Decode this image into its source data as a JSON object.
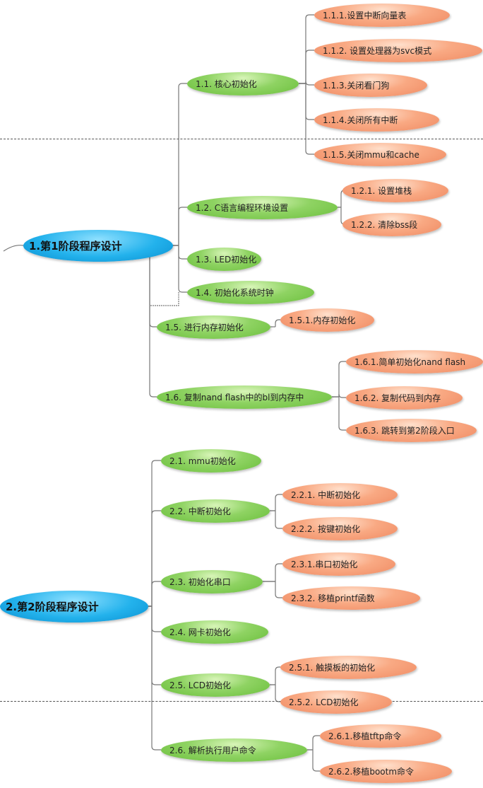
{
  "nodes": [
    {
      "label": "1.第1阶段程序设计"
    },
    {
      "label": "1.1.  核心初始化"
    },
    {
      "label": "1.1.1.设置中断向量表"
    },
    {
      "label": "1.1.2. 设置处理器为svc模式"
    },
    {
      "label": "1.1.3.关闭看门狗"
    },
    {
      "label": "1.1.4.关闭所有中断"
    },
    {
      "label": "1.1.5.关闭mmu和cache"
    },
    {
      "label": "1.2. C语言编程环境设置"
    },
    {
      "label": "1.2.1. 设置堆栈"
    },
    {
      "label": "1.2.2. 清除bss段"
    },
    {
      "label": "1.3. LED初始化"
    },
    {
      "label": "1.4. 初始化系统时钟"
    },
    {
      "label": "1.5. 进行内存初始化"
    },
    {
      "label": "1.5.1.内存初始化"
    },
    {
      "label": "1.6. 复制nand flash中的bl到内存中"
    },
    {
      "label": "1.6.1.简单初始化nand flash"
    },
    {
      "label": "1.6.2. 复制代码到内存"
    },
    {
      "label": "1.6.3. 跳转到第2阶段入口"
    },
    {
      "label": "2.第2阶段程序设计"
    },
    {
      "label": "2.1. mmu初始化"
    },
    {
      "label": "2.2. 中断初始化"
    },
    {
      "label": "2.2.1. 中断初始化"
    },
    {
      "label": "2.2.2. 按键初始化"
    },
    {
      "label": "2.3. 初始化串口"
    },
    {
      "label": "2.3.1.串口初始化"
    },
    {
      "label": "2.3.2. 移植printf函数"
    },
    {
      "label": "2.4. 网卡初始化"
    },
    {
      "label": "2.5. LCD初始化"
    },
    {
      "label": "2.5.1. 触摸板的初始化"
    },
    {
      "label": "2.5.2. LCD初始化"
    },
    {
      "label": "2.6. 解析执行用户命令"
    },
    {
      "label": "2.6.1.移植tftp命令"
    },
    {
      "label": "2.6.2.移植bootm命令"
    }
  ],
  "colors": {
    "root": "#23b2ec",
    "level2": "#8fd363",
    "level3": "#f9a983",
    "line": "#777777"
  }
}
